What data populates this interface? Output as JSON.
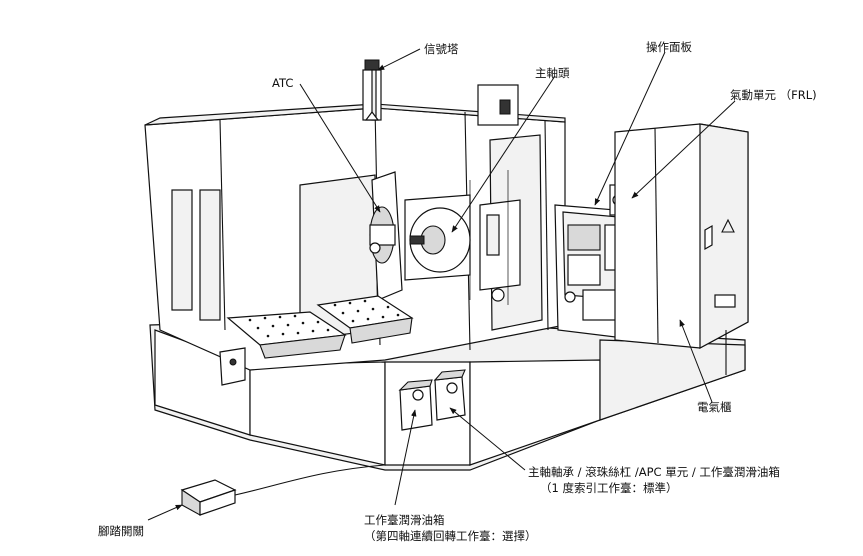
{
  "labels": {
    "signal_tower": "信號塔",
    "atc": "ATC",
    "spindle_head": "主軸頭",
    "operation_panel": "操作面板",
    "pneumatic_unit": "氣動單元 （FRL)",
    "electrical_cabinet": "電氣櫃",
    "spindle_lube_line1": "主軸軸承 / 滾珠絲杠 /APC 單元 / 工作臺潤滑油箱",
    "spindle_lube_line2": "（1 度索引工作臺：標準）",
    "table_lube_line1": "工作臺潤滑油箱",
    "table_lube_line2": "（第四軸連續回轉工作臺：選擇）",
    "foot_switch": "腳踏開關"
  }
}
